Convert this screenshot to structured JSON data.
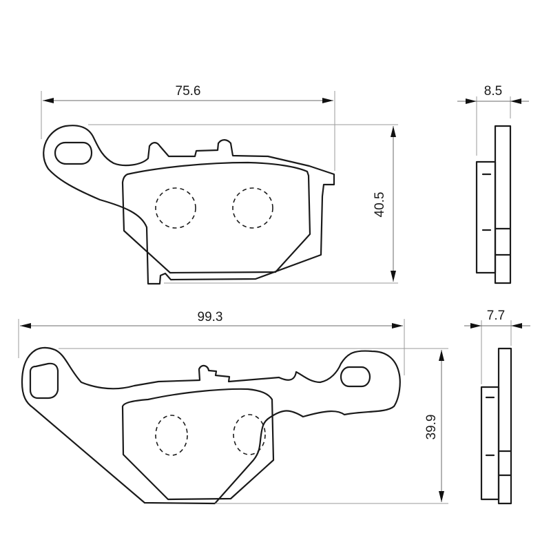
{
  "drawing": {
    "subject": "brake pad pair dimension drawing",
    "units": "mm",
    "colors": {
      "line": "#1a1a1a",
      "extension": "#9a9a9a",
      "background": "#ffffff"
    }
  },
  "pad_top": {
    "width_label": "75.6",
    "height_label": "40.5",
    "thickness_label": "8.5",
    "piston_marks": 2
  },
  "pad_bottom": {
    "width_label": "99.3",
    "height_label": "39.9",
    "thickness_label": "7.7",
    "piston_marks": 2
  }
}
